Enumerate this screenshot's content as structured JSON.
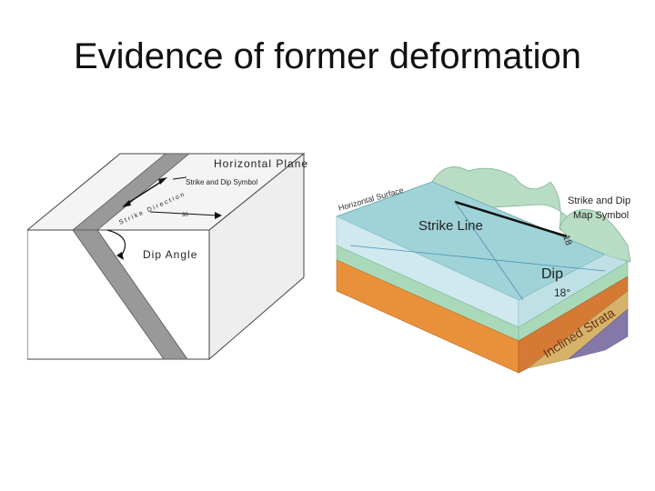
{
  "slide": {
    "title": "Evidence of former deformation"
  },
  "left_diagram": {
    "horizontal_plane": "Horizontal Plane",
    "strike_dip_symbol": "Strike and Dip Symbol",
    "strike_direction": "Strike Direction",
    "dip_angle": "Dip Angle",
    "angle_mark": "30"
  },
  "right_diagram": {
    "horizontal_surface": "Horizontal Surface",
    "strike_line": "Strike Line",
    "map_symbol_line1": "Strike and Dip",
    "map_symbol_line2": "Map Symbol",
    "symbol_value": "18",
    "dip": "Dip",
    "dip_angle": "18°",
    "inclined_strata": "Inclined Strata"
  },
  "colors": {
    "dike_gray": "#999999",
    "green_top": "#b8dcc4",
    "water_blue": "#9fd3d8",
    "orange_layer": "#e9913a",
    "tan_layer": "#d6b36a",
    "purple_layer": "#8478a8"
  }
}
